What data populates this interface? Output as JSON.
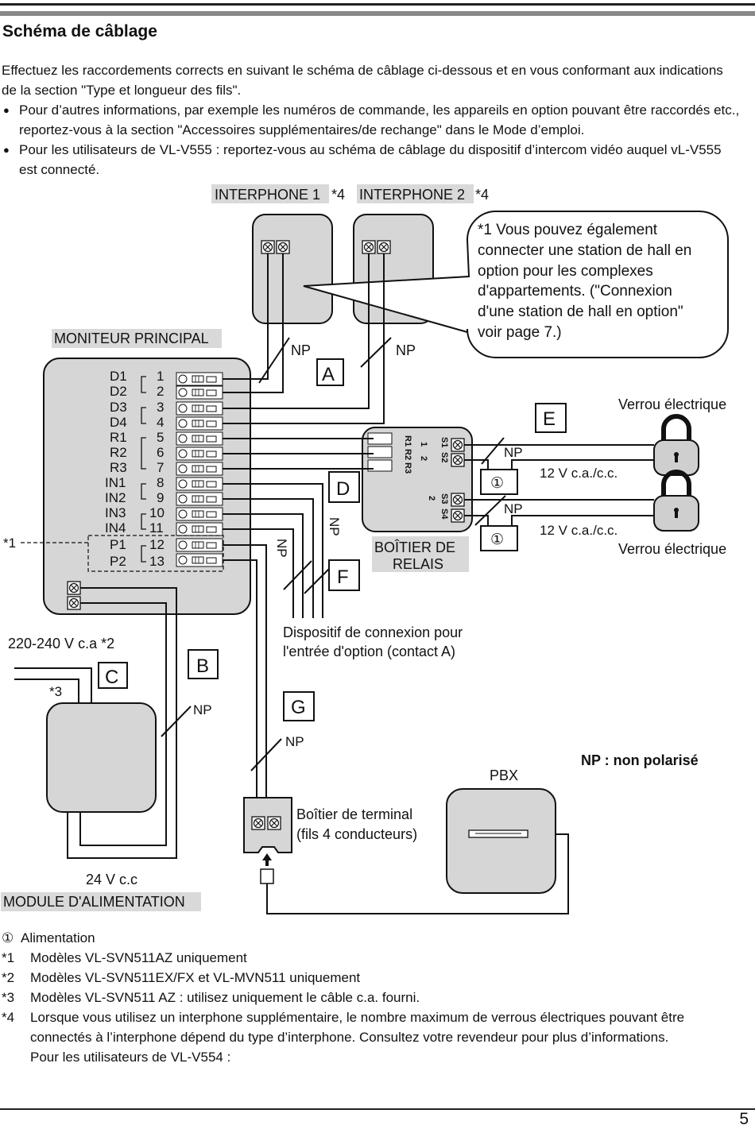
{
  "title": "Schéma de câblage",
  "intro": {
    "paragraph": "Effectuez les raccordements corrects en suivant le schéma de câblage ci-dessous et en vous conformant aux indications de la section \"Type et longueur des fils\".",
    "bullets": [
      "Pour d’autres informations, par exemple les numéros de commande, les appareils en option pouvant être raccordés etc., reportez-vous à la section \"Accessoires supplémentaires/de rechange\" dans le Mode d’emploi.",
      "Pour les utilisateurs de VL-V555 : reportez-vous au schéma de câblage du dispositif d’intercom vidéo auquel vL-V555 est connecté."
    ]
  },
  "diagram": {
    "interphone1": "INTERPHONE 1",
    "interphone2": "INTERPHONE 2",
    "note4_mark": "*4",
    "callout_lines": [
      "*1 Vous pouvez également",
      "connecter une station de hall en",
      "option pour les complexes",
      "d'appartements. (\"Connexion",
      "d'une station de hall en option\"",
      "voir page 7.)"
    ],
    "monitor_label": "MONITEUR PRINCIPAL",
    "terminals": [
      {
        "name": "D1",
        "num": "1"
      },
      {
        "name": "D2",
        "num": "2"
      },
      {
        "name": "D3",
        "num": "3"
      },
      {
        "name": "D4",
        "num": "4"
      },
      {
        "name": "R1",
        "num": "5"
      },
      {
        "name": "R2",
        "num": "6"
      },
      {
        "name": "R3",
        "num": "7"
      },
      {
        "name": "IN1",
        "num": "8"
      },
      {
        "name": "IN2",
        "num": "9"
      },
      {
        "name": "IN3",
        "num": "10"
      },
      {
        "name": "IN4",
        "num": "11"
      },
      {
        "name": "P1",
        "num": "12"
      },
      {
        "name": "P2",
        "num": "13"
      }
    ],
    "star1": "*1",
    "np": "NP",
    "letters": {
      "A": "A",
      "B": "B",
      "C": "C",
      "D": "D",
      "E": "E",
      "F": "F",
      "G": "G"
    },
    "relay_box_line1": "BOÎTIER DE",
    "relay_box_line2": "RELAIS",
    "relay_terms": {
      "r1": "R1",
      "r2": "R2",
      "r3": "R3",
      "one": "1",
      "two": "2",
      "s1": "S1",
      "s2": "S2",
      "s3": "S3",
      "s4": "S4"
    },
    "lock_label": "Verrou électrique",
    "lock_voltage": "12 V c.a./c.c.",
    "power_circle": "①",
    "option_device_line1": "Dispositif de connexion pour",
    "option_device_line2": "l'entrée d'option (contact A)",
    "mains_voltage": "220-240 V c.a *2",
    "star3": "*3",
    "dc_voltage": "24 V c.c",
    "power_module": "MODULE D'ALIMENTATION",
    "terminal_box_line1": "Boîtier de terminal",
    "terminal_box_line2": "(fils 4 conducteurs)",
    "pbx": "PBX",
    "np_legend": "NP : non polarisé"
  },
  "notes": [
    {
      "mark": "①",
      "text": "Alimentation"
    },
    {
      "mark": "*1",
      "text": "Modèles VL-SVN511AZ uniquement"
    },
    {
      "mark": "*2",
      "text": "Modèles VL-SVN511EX/FX et VL-MVN511 uniquement"
    },
    {
      "mark": "*3",
      "text": "Modèles VL-SVN511 AZ : utilisez uniquement le câble c.a. fourni."
    },
    {
      "mark": "*4",
      "text": "Lorsque vous utilisez un interphone supplémentaire, le nombre maximum de verrous électriques pouvant être connectés à l’interphone dépend du type d’interphone. Consultez votre revendeur pour plus d’informations."
    },
    {
      "mark": "",
      "text": "Pour les utilisateurs de VL-V554 :"
    }
  ],
  "page_number": "5"
}
